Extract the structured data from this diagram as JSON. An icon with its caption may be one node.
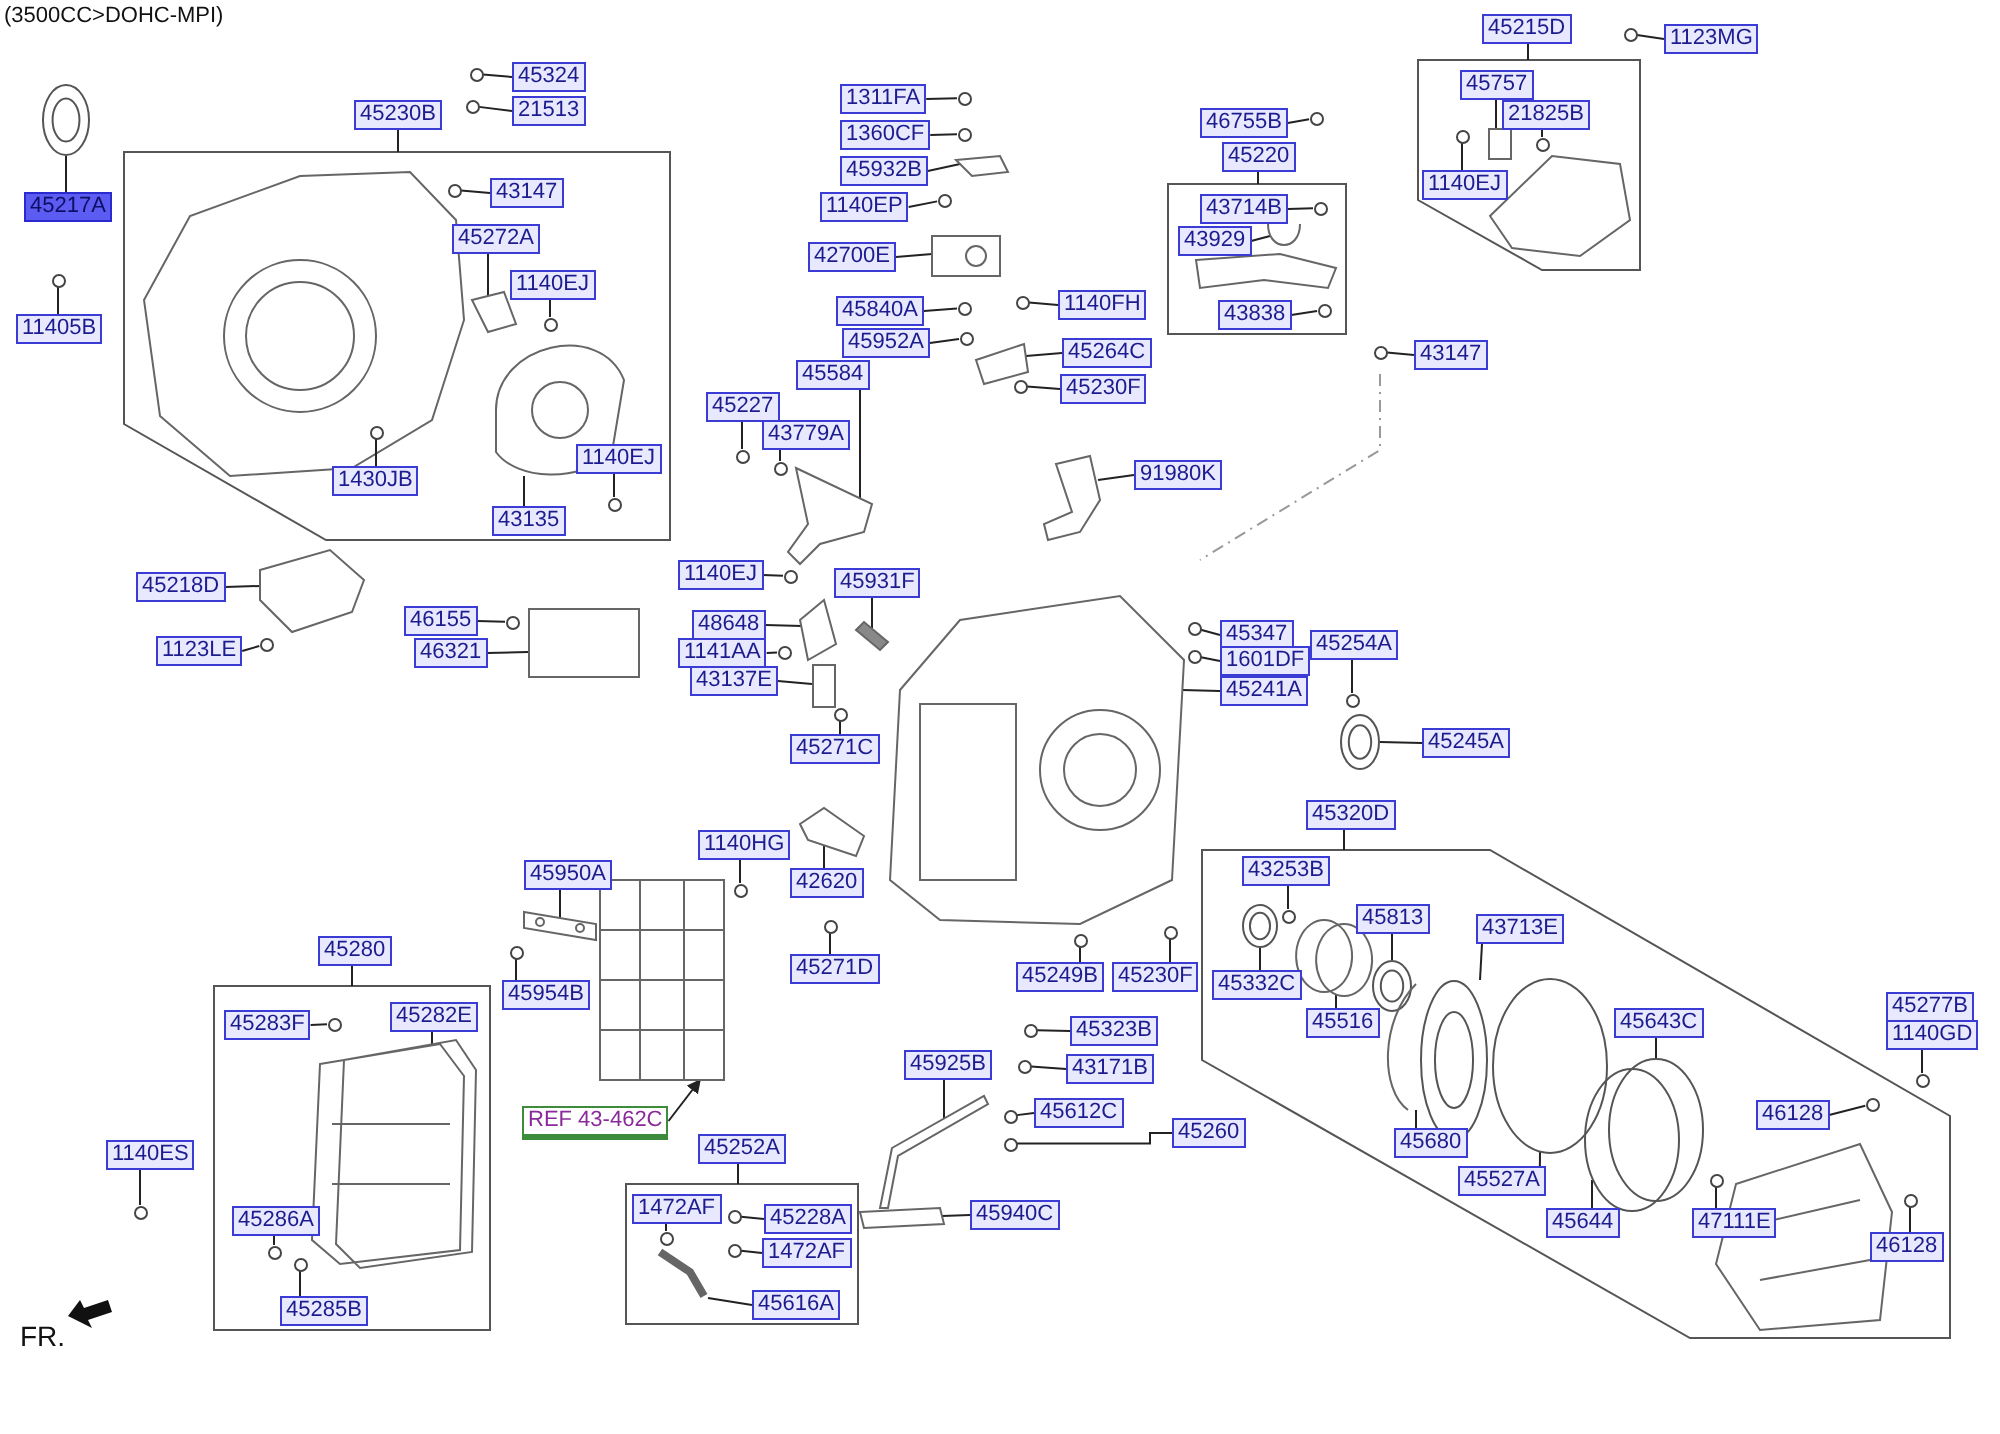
{
  "diagram": {
    "nodes": [
      {
        "text": [],
        "shape": "box"
      },
      {
        "text": [],
        "shape": "box"
      },
      {
        "text": [],
        "shape": "box"
      },
      {
        "text": [],
        "shape": "box"
      },
      {
        "text": [],
        "shape": "box"
      },
      {
        "text": [],
        "shape": "box"
      },
      {
        "text": [
          "45324"
        ]
      },
      {
        "text": [
          "21513"
        ]
      },
      {
        "text": [
          "45230B"
        ]
      },
      {
        "text": [
          "45217A"
        ]
      },
      {
        "text": [
          "43147"
        ],
        "in": 0
      },
      {
        "text": [
          "45272A"
        ],
        "in": 0
      },
      {
        "text": [
          "1140EJ"
        ],
        "in": 0
      },
      {
        "text": [
          "11405B"
        ]
      },
      {
        "text": [
          "1430JB"
        ],
        "in": 0
      },
      {
        "text": [
          "1140EJ"
        ],
        "in": 0
      },
      {
        "text": [
          "43135"
        ],
        "in": 0
      },
      {
        "text": [
          "45218D"
        ]
      },
      {
        "text": [
          "1123LE"
        ]
      },
      {
        "text": [
          "46155"
        ]
      },
      {
        "text": [
          "46321"
        ]
      },
      {
        "text": [
          "1311FA"
        ]
      },
      {
        "text": [
          "1360CF"
        ]
      },
      {
        "text": [
          "45932B"
        ]
      },
      {
        "text": [
          "1140EP"
        ]
      },
      {
        "text": [
          "42700E"
        ]
      },
      {
        "text": [
          "45840A"
        ]
      },
      {
        "text": [
          "45952A"
        ]
      },
      {
        "text": [
          "1140FH"
        ]
      },
      {
        "text": [
          "45264C"
        ]
      },
      {
        "text": [
          "45230F"
        ]
      },
      {
        "text": [
          "45584"
        ]
      },
      {
        "text": [
          "45227"
        ]
      },
      {
        "text": [
          "43779A"
        ]
      },
      {
        "text": [
          "91980K"
        ]
      },
      {
        "text": [
          "1140EJ"
        ]
      },
      {
        "text": [
          "45931F"
        ]
      },
      {
        "text": [
          "48648"
        ]
      },
      {
        "text": [
          "1141AA"
        ]
      },
      {
        "text": [
          "43137E"
        ]
      },
      {
        "text": [
          "45271C"
        ]
      },
      {
        "text": [
          "46755B"
        ]
      },
      {
        "text": [
          "45220"
        ]
      },
      {
        "text": [
          "43714B"
        ],
        "in": 1
      },
      {
        "text": [
          "43929"
        ],
        "in": 1
      },
      {
        "text": [
          "43838"
        ],
        "in": 1
      },
      {
        "text": [
          "45215D"
        ]
      },
      {
        "text": [
          "1123MG"
        ]
      },
      {
        "text": [
          "45757"
        ],
        "in": 2
      },
      {
        "text": [
          "21825B"
        ],
        "in": 2
      },
      {
        "text": [
          "1140EJ"
        ],
        "in": 2
      },
      {
        "text": [
          "43147"
        ]
      },
      {
        "text": [
          "45347"
        ]
      },
      {
        "text": [
          "1601DF"
        ]
      },
      {
        "text": [
          "45254A"
        ]
      },
      {
        "text": [
          "45241A"
        ]
      },
      {
        "text": [
          "45245A"
        ]
      },
      {
        "text": [
          "45320D"
        ]
      },
      {
        "text": [
          "43253B"
        ],
        "in": 3
      },
      {
        "text": [
          "45813"
        ],
        "in": 3
      },
      {
        "text": [
          "43713E"
        ],
        "in": 3
      },
      {
        "text": [
          "45332C"
        ],
        "in": 3
      },
      {
        "text": [
          "45516"
        ],
        "in": 3
      },
      {
        "text": [
          "45643C"
        ],
        "in": 3
      },
      {
        "text": [
          "45277B"
        ]
      },
      {
        "text": [
          "1140GD"
        ]
      },
      {
        "text": [
          "46128"
        ],
        "in": 3
      },
      {
        "text": [
          "45680"
        ],
        "in": 3
      },
      {
        "text": [
          "45527A"
        ],
        "in": 3
      },
      {
        "text": [
          "45644"
        ],
        "in": 3
      },
      {
        "text": [
          "47111E"
        ],
        "in": 3
      },
      {
        "text": [
          "46128"
        ],
        "in": 3
      },
      {
        "text": [
          "1140HG"
        ]
      },
      {
        "text": [
          "42620"
        ]
      },
      {
        "text": [
          "45950A"
        ]
      },
      {
        "text": [
          "45954B"
        ]
      },
      {
        "text": [
          "45271D"
        ]
      },
      {
        "text": [
          "REF 43-462C"
        ]
      },
      {
        "text": [
          "45280"
        ]
      },
      {
        "text": [
          "45283F"
        ],
        "in": 4
      },
      {
        "text": [
          "45282E"
        ],
        "in": 4
      },
      {
        "text": [
          "1140ES"
        ]
      },
      {
        "text": [
          "45286A"
        ],
        "in": 4
      },
      {
        "text": [
          "45285B"
        ],
        "in": 4
      },
      {
        "text": [
          "45249B"
        ]
      },
      {
        "text": [
          "45230F"
        ]
      },
      {
        "text": [
          "45323B"
        ]
      },
      {
        "text": [
          "43171B"
        ]
      },
      {
        "text": [
          "45925B"
        ]
      },
      {
        "text": [
          "45612C"
        ]
      },
      {
        "text": [
          "45260"
        ]
      },
      {
        "text": [
          "45940C"
        ]
      },
      {
        "text": [
          "45252A"
        ]
      },
      {
        "text": [
          "1472AF"
        ],
        "in": 5
      },
      {
        "text": [
          "45228A"
        ],
        "in": 5
      },
      {
        "text": [
          "1472AF"
        ],
        "in": 5
      },
      {
        "text": [
          "45616A"
        ],
        "in": 5
      },
      {
        "text": [],
        "shape": "circle"
      },
      {
        "text": [],
        "shape": "circle"
      },
      {
        "text": [],
        "shape": "circle"
      },
      {
        "text": [],
        "shape": "circle",
        "in": 0
      },
      {
        "text": [],
        "shape": "picture",
        "in": 0
      },
      {
        "text": [],
        "shape": "circle",
        "in": 0
      },
      {
        "text": [],
        "shape": "circle"
      },
      {
        "text": [],
        "shape": "circle",
        "in": 0
      },
      {
        "text": [],
        "shape": "circle",
        "in": 0
      },
      {
        "text": [],
        "shape": "picture",
        "in": 0
      },
      {
        "text": [],
        "shape": "picture"
      },
      {
        "text": [],
        "shape": "circle"
      },
      {
        "text": [],
        "shape": "circle"
      },
      {
        "text": [],
        "shape": "box"
      },
      {
        "text": [],
        "shape": "circle"
      },
      {
        "text": [],
        "shape": "circle"
      },
      {
        "text": [],
        "shape": "picture"
      },
      {
        "text": [],
        "shape": "circle"
      },
      {
        "text": [],
        "shape": "picture"
      },
      {
        "text": [],
        "shape": "circle"
      },
      {
        "text": [],
        "shape": "circle"
      },
      {
        "text": [],
        "shape": "circle"
      },
      {
        "text": [],
        "shape": "picture"
      },
      {
        "text": [],
        "shape": "circle"
      },
      {
        "text": [],
        "shape": "picture"
      },
      {
        "text": [],
        "shape": "circle"
      },
      {
        "text": [],
        "shape": "circle"
      },
      {
        "text": [],
        "shape": "picture"
      },
      {
        "text": [],
        "shape": "circle"
      },
      {
        "text": [],
        "shape": "picture"
      },
      {
        "text": [],
        "shape": "picture"
      },
      {
        "text": [],
        "shape": "circle"
      },
      {
        "text": [],
        "shape": "box"
      },
      {
        "text": [],
        "shape": "circle"
      },
      {
        "text": [],
        "shape": "circle"
      },
      {
        "text": [],
        "shape": "circle",
        "in": 1
      },
      {
        "text": [],
        "shape": "picture",
        "in": 1
      },
      {
        "text": [],
        "shape": "circle",
        "in": 1
      },
      {
        "text": [],
        "shape": "circle"
      },
      {
        "text": [],
        "shape": "box",
        "in": 2
      },
      {
        "text": [],
        "shape": "circle",
        "in": 2
      },
      {
        "text": [],
        "shape": "circle",
        "in": 2
      },
      {
        "text": [],
        "shape": "circle"
      },
      {
        "text": [],
        "shape": "circle"
      },
      {
        "text": [],
        "shape": "circle"
      },
      {
        "text": [],
        "shape": "circle"
      },
      {
        "text": [],
        "shape": "picture"
      },
      {
        "text": [],
        "shape": "circle"
      },
      {
        "text": [],
        "shape": "circle",
        "in": 3
      },
      {
        "text": [],
        "shape": "circle",
        "in": 3
      },
      {
        "text": [],
        "shape": "circle",
        "in": 3
      },
      {
        "text": [],
        "shape": "circle",
        "in": 3
      },
      {
        "text": [],
        "shape": "picture",
        "in": 3
      },
      {
        "text": [],
        "shape": "circle",
        "in": 3
      },
      {
        "text": [],
        "shape": "circle"
      },
      {
        "text": [],
        "shape": "circle",
        "in": 3
      },
      {
        "text": [],
        "shape": "picture",
        "in": 3
      },
      {
        "text": [],
        "shape": "circle",
        "in": 3
      },
      {
        "text": [],
        "shape": "circle",
        "in": 3
      },
      {
        "text": [],
        "shape": "circle",
        "in": 3
      },
      {
        "text": [],
        "shape": "circle",
        "in": 3
      },
      {
        "text": [],
        "shape": "circle"
      },
      {
        "text": [],
        "shape": "picture"
      },
      {
        "text": [],
        "shape": "picture"
      },
      {
        "text": [],
        "shape": "circle"
      },
      {
        "text": [],
        "shape": "circle"
      },
      {
        "text": [],
        "shape": "picture"
      },
      {
        "text": [],
        "shape": "circle",
        "in": 4
      },
      {
        "text": [],
        "shape": "picture",
        "in": 4
      },
      {
        "text": [],
        "shape": "circle"
      },
      {
        "text": [],
        "shape": "circle",
        "in": 4
      },
      {
        "text": [],
        "shape": "circle",
        "in": 4
      },
      {
        "text": [],
        "shape": "circle"
      },
      {
        "text": [],
        "shape": "circle"
      },
      {
        "text": [],
        "shape": "circle"
      },
      {
        "text": [],
        "shape": "circle"
      },
      {
        "text": [],
        "shape": "picture"
      },
      {
        "text": [],
        "shape": "circle"
      },
      {
        "text": [],
        "shape": "circle"
      },
      {
        "text": [],
        "shape": "circle",
        "in": 5
      },
      {
        "text": [],
        "shape": "circle",
        "in": 5
      },
      {
        "text": [],
        "shape": "circle",
        "in": 5
      },
      {
        "text": [],
        "shape": "picture",
        "in": 5
      }
    ],
    "edges": [
      {
        "from": 6,
        "to": 97,
        "arrow": "none"
      },
      {
        "from": 7,
        "to": 98,
        "arrow": "none"
      },
      {
        "from": 8,
        "to": 0,
        "arrow": "none"
      },
      {
        "from": 9,
        "to": 99,
        "arrow": "none"
      },
      {
        "from": 10,
        "to": 100,
        "arrow": "none"
      },
      {
        "from": 11,
        "to": 101,
        "arrow": "none"
      },
      {
        "from": 12,
        "to": 102,
        "arrow": "none"
      },
      {
        "from": 13,
        "to": 103,
        "arrow": "none"
      },
      {
        "from": 14,
        "to": 104,
        "arrow": "none"
      },
      {
        "from": 15,
        "to": 105,
        "arrow": "none"
      },
      {
        "from": 16,
        "to": 106,
        "arrow": "none"
      },
      {
        "from": 17,
        "to": 107,
        "arrow": "none"
      },
      {
        "from": 18,
        "to": 108,
        "arrow": "none"
      },
      {
        "from": 19,
        "to": 109,
        "arrow": "none"
      },
      {
        "from": 20,
        "to": 110,
        "arrow": "none"
      },
      {
        "from": 21,
        "to": 111,
        "arrow": "none"
      },
      {
        "from": 22,
        "to": 112,
        "arrow": "none"
      },
      {
        "from": 23,
        "to": 113,
        "arrow": "none"
      },
      {
        "from": 24,
        "to": 114,
        "arrow": "none"
      },
      {
        "from": 25,
        "to": 115,
        "arrow": "none"
      },
      {
        "from": 26,
        "to": 116,
        "arrow": "none"
      },
      {
        "from": 27,
        "to": 117,
        "arrow": "none"
      },
      {
        "from": 28,
        "to": 118,
        "arrow": "none"
      },
      {
        "from": 29,
        "to": 119,
        "arrow": "none"
      },
      {
        "from": 30,
        "to": 120,
        "arrow": "none"
      },
      {
        "from": 31,
        "to": 121,
        "arrow": "none"
      },
      {
        "from": 32,
        "to": 122,
        "arrow": "none"
      },
      {
        "from": 33,
        "to": 123,
        "arrow": "none"
      },
      {
        "from": 34,
        "to": 124,
        "arrow": "none"
      },
      {
        "from": 35,
        "to": 125,
        "arrow": "none"
      },
      {
        "from": 36,
        "to": 126,
        "arrow": "none"
      },
      {
        "from": 37,
        "to": 127,
        "arrow": "none"
      },
      {
        "from": 38,
        "to": 128,
        "arrow": "none"
      },
      {
        "from": 39,
        "to": 129,
        "arrow": "none"
      },
      {
        "from": 40,
        "to": 130,
        "arrow": "none"
      },
      {
        "from": 41,
        "to": 131,
        "arrow": "none"
      },
      {
        "from": 42,
        "to": 1,
        "arrow": "none"
      },
      {
        "from": 43,
        "to": 132,
        "arrow": "none"
      },
      {
        "from": 44,
        "to": 133,
        "arrow": "none"
      },
      {
        "from": 45,
        "to": 134,
        "arrow": "none"
      },
      {
        "from": 46,
        "to": 2,
        "arrow": "none"
      },
      {
        "from": 47,
        "to": 135,
        "arrow": "none"
      },
      {
        "from": 48,
        "to": 136,
        "arrow": "none"
      },
      {
        "from": 49,
        "to": 137,
        "arrow": "none"
      },
      {
        "from": 50,
        "to": 138,
        "arrow": "none"
      },
      {
        "from": 51,
        "to": 139,
        "arrow": "none"
      },
      {
        "from": 52,
        "to": 140,
        "arrow": "none"
      },
      {
        "from": 53,
        "to": 141,
        "arrow": "none"
      },
      {
        "from": 54,
        "to": 142,
        "arrow": "none"
      },
      {
        "from": 55,
        "to": 143,
        "arrow": "none"
      },
      {
        "from": 56,
        "to": 144,
        "arrow": "none"
      },
      {
        "from": 57,
        "to": 3,
        "arrow": "none"
      },
      {
        "from": 58,
        "to": 145,
        "arrow": "none"
      },
      {
        "from": 59,
        "to": 146,
        "arrow": "none"
      },
      {
        "from": 60,
        "to": 147,
        "arrow": "none"
      },
      {
        "from": 61,
        "to": 148,
        "arrow": "none"
      },
      {
        "from": 62,
        "to": 149,
        "arrow": "none"
      },
      {
        "from": 63,
        "to": 150,
        "arrow": "none"
      },
      {
        "from": 65,
        "to": 151,
        "arrow": "none"
      },
      {
        "from": 66,
        "to": 152,
        "arrow": "none"
      },
      {
        "from": 67,
        "to": 153,
        "arrow": "none"
      },
      {
        "from": 68,
        "to": 154,
        "arrow": "none"
      },
      {
        "from": 69,
        "to": 155,
        "arrow": "none"
      },
      {
        "from": 70,
        "to": 156,
        "arrow": "none"
      },
      {
        "from": 71,
        "to": 157,
        "arrow": "none"
      },
      {
        "from": 72,
        "to": 158,
        "arrow": "none"
      },
      {
        "from": 73,
        "to": 159,
        "arrow": "none"
      },
      {
        "from": 74,
        "to": 160,
        "arrow": "none"
      },
      {
        "from": 75,
        "to": 161,
        "arrow": "none"
      },
      {
        "from": 76,
        "to": 162,
        "arrow": "none"
      },
      {
        "from": 77,
        "to": 163,
        "arrow": "to"
      },
      {
        "from": 78,
        "to": 4,
        "arrow": "none"
      },
      {
        "from": 79,
        "to": 164,
        "arrow": "none"
      },
      {
        "from": 80,
        "to": 165,
        "arrow": "none"
      },
      {
        "from": 81,
        "to": 166,
        "arrow": "none"
      },
      {
        "from": 82,
        "to": 167,
        "arrow": "none"
      },
      {
        "from": 83,
        "to": 168,
        "arrow": "none"
      },
      {
        "from": 84,
        "to": 169,
        "arrow": "none"
      },
      {
        "from": 85,
        "to": 170,
        "arrow": "none"
      },
      {
        "from": 86,
        "to": 171,
        "arrow": "none"
      },
      {
        "from": 87,
        "to": 172,
        "arrow": "none"
      },
      {
        "from": 88,
        "to": 173,
        "arrow": "none"
      },
      {
        "from": 89,
        "to": 174,
        "arrow": "none"
      },
      {
        "from": 90,
        "to": 175,
        "arrow": "none"
      },
      {
        "from": 91,
        "to": 173,
        "arrow": "none"
      },
      {
        "from": 92,
        "to": 5,
        "arrow": "none"
      },
      {
        "from": 93,
        "to": 176,
        "arrow": "none"
      },
      {
        "from": 94,
        "to": 177,
        "arrow": "none"
      },
      {
        "from": 95,
        "to": 178,
        "arrow": "none"
      },
      {
        "from": 96,
        "to": 179,
        "arrow": "none"
      }
    ],
    "labels": [
      "(3500CC>DOHC-MPI)",
      "FR."
    ]
  }
}
